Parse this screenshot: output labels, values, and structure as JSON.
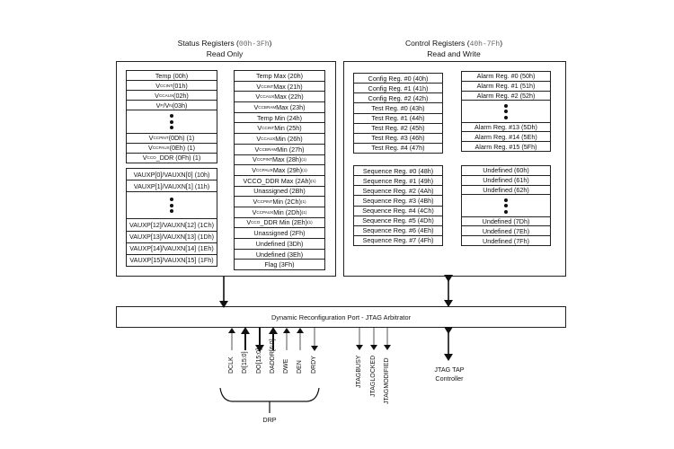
{
  "status_section": {
    "title": "Status Registers",
    "range": "00h-3Fh",
    "subtitle": "Read Only",
    "left_group_a": [
      {
        "base": "Temp (00h)",
        "sub": "",
        "tail": ""
      },
      {
        "base": "V",
        "sub": "CCINT",
        "tail": " (01h)"
      },
      {
        "base": "V",
        "sub": "CCAUX",
        "tail": " (02h)"
      },
      {
        "base": "V",
        "sub": "P",
        "tail": "/V",
        "sub2": "N",
        "tail2": " (03h)"
      },
      {
        "dots": true
      },
      {
        "base": "V",
        "sub": "CCPINT",
        "tail": " (0Dh) (1)"
      },
      {
        "base": "V",
        "sub": "CCPAUX",
        "tail": " (0Eh) (1)"
      },
      {
        "base": "V",
        "sub": "CCO",
        "tail": "_DDR (0Fh) (1)"
      }
    ],
    "left_group_b": [
      {
        "base": "VAUXP[0]/VAUXN[0] (10h)"
      },
      {
        "base": "VAUXP[1]/VAUXN[1] (11h)"
      },
      {
        "dots": true
      },
      {
        "base": "VAUXP[12]/VAUXN[12] (1Ch)"
      },
      {
        "base": "VAUXP[13]/VAUXN[13] (1Dh)"
      },
      {
        "base": "VAUXP[14]/VAUXN[14] (1Eh)"
      },
      {
        "base": "VAUXP[15]/VAUXN[15] (1Fh)"
      }
    ],
    "right_group": [
      {
        "base": "Temp Max  (20h)"
      },
      {
        "base": "V",
        "sub": "CCINT",
        "tail": " Max  (21h)"
      },
      {
        "base": "V",
        "sub": "CCAUX",
        "tail": " Max (22h)"
      },
      {
        "base": "V",
        "sub": "CCBRAM",
        "tail": " Max  (23h)"
      },
      {
        "base": "Temp Min  (24h)"
      },
      {
        "base": "V",
        "sub": "CCINT",
        "tail": " Min  (25h)"
      },
      {
        "base": "V",
        "sub": "CCAUX",
        "tail": " Min  (26h)"
      },
      {
        "base": "V",
        "sub": "CCBRAM",
        "tail": " Min (27h)"
      },
      {
        "base": "V",
        "sub": "CCPINT",
        "tail": " Max (28h)",
        "sup": "(1)"
      },
      {
        "base": "V",
        "sub": "CCPAUX",
        "tail": " Max (29h)",
        "sup": "(1)"
      },
      {
        "base": "VCCO_DDR Max (2Ah)",
        "sup": "(1)"
      },
      {
        "base": "Unassigned (2Bh)"
      },
      {
        "base": "V",
        "sub": "CCPINT",
        "tail": " Min (2Ch)",
        "sup": "(1)"
      },
      {
        "base": "V",
        "sub": "CCPAUX",
        "tail": " Min (2Dh)",
        "sup": "(1)"
      },
      {
        "base": "V",
        "sub": "CCO",
        "tail": "_DDR Min (2Eh)",
        "sup": "(1)"
      },
      {
        "base": "Unassigned (2Fh)"
      },
      {
        "base": "Undefined (3Dh)"
      },
      {
        "base": "Undefined (3Eh)"
      },
      {
        "base": "Flag (3Fh)"
      }
    ]
  },
  "control_section": {
    "title": "Control Registers",
    "range": "40h-7Fh",
    "subtitle": "Read and Write",
    "config_test": [
      "Config Reg. #0 (40h)",
      "Config Reg. #1 (41h)",
      "Config Reg. #2 (42h)",
      "Test Reg. #0 (43h)",
      "Test Reg. #1 (44h)",
      "Test Reg. #2 (45h)",
      "Test Reg. #3 (46h)",
      "Test Reg. #4 (47h)"
    ],
    "alarm": [
      "Alarm Reg. #0 (50h)",
      "Alarm Reg. #1 (51h)",
      "Alarm Reg. #2 (52h)",
      "...",
      "Alarm Reg. #13 (5Dh)",
      "Alarm Reg. #14 (5Eh)",
      "Alarm Reg. #15 (5Fh)"
    ],
    "sequence": [
      "Sequence Reg. #0 (48h)",
      "Sequence Reg. #1 (49h)",
      "Sequence Reg. #2 (4Ah)",
      "Sequence Reg. #3 (4Bh)",
      "Sequence Reg. #4 (4Ch)",
      "Sequence Reg. #5 (4Dh)",
      "Sequence Reg. #6 (4Eh)",
      "Sequence Reg. #7 (4Fh)"
    ],
    "undefined": [
      "Undefined (60h)",
      "Undefined (61h)",
      "Undefined (62h)",
      "...",
      "Undefined (7Dh)",
      "Undefined (7Eh)",
      "Undefined (7Fh)"
    ]
  },
  "arbitrator": {
    "label": "Dynamic Reconfiguration Port - JTAG Arbitrator"
  },
  "drp_signals": [
    {
      "name": "DCLK",
      "direction": "in",
      "bus": false
    },
    {
      "name": "DI[15:0]",
      "direction": "in",
      "bus": true
    },
    {
      "name": "DO[15:0]",
      "direction": "out",
      "bus": true
    },
    {
      "name": "DADDR[6:0]",
      "direction": "in",
      "bus": true
    },
    {
      "name": "DWE",
      "direction": "in",
      "bus": false
    },
    {
      "name": "DEN",
      "direction": "in",
      "bus": false
    },
    {
      "name": "DRDY",
      "direction": "out",
      "bus": false
    }
  ],
  "drp_label": "DRP",
  "jtag_signals": [
    {
      "name": "JTAGBUSY",
      "direction": "out"
    },
    {
      "name": "JTAGLOCKED",
      "direction": "out"
    },
    {
      "name": "JTAGMODIFIED",
      "direction": "out"
    }
  ],
  "jtag_tap": {
    "line1": "JTAG TAP",
    "line2": "Controller"
  }
}
